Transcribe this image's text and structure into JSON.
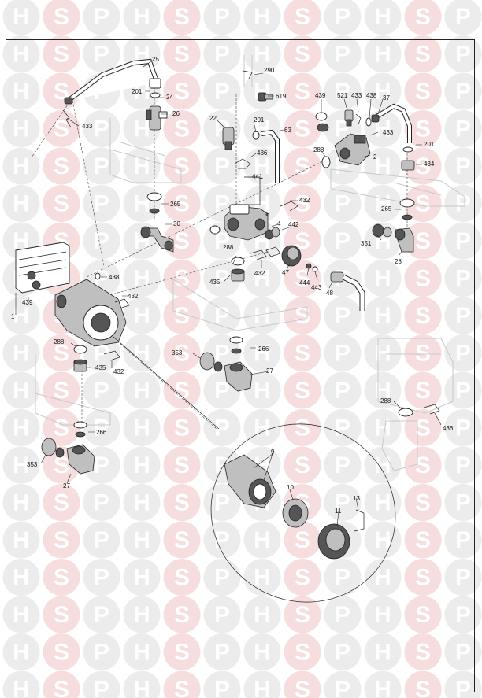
{
  "watermark": {
    "letters": [
      "H",
      "S",
      "P"
    ],
    "color_light": "#ececec",
    "color_pink": "#f6dede",
    "letter_color": "#ffffff"
  },
  "labels": {
    "l25": "25",
    "l201a": "201",
    "l24": "24",
    "l26": "26",
    "l433a": "433",
    "l290": "290",
    "l619": "619",
    "l22": "22",
    "l201b": "201",
    "l63": "63",
    "l436a": "436",
    "l441": "441",
    "l432a": "432",
    "l6": "6",
    "l4": "4",
    "l442": "442",
    "l265a": "265",
    "l30": "30",
    "l439a": "439",
    "l521": "521",
    "l433b": "433",
    "l438a": "438",
    "l37": "37",
    "l433c": "433",
    "l288a": "288",
    "l2": "2",
    "l201c": "201",
    "l434": "434",
    "l265b": "265",
    "l351": "351",
    "l28": "28",
    "l438b": "438",
    "l1": "1",
    "l439b": "439",
    "l288b": "288",
    "l435a": "435",
    "l432b": "432",
    "l47": "47",
    "l444": "444",
    "l443": "443",
    "l48": "48",
    "l432c": "432",
    "l288c": "288",
    "l435b": "435",
    "l432d": "432",
    "l353a": "353",
    "l266a": "266",
    "l27a": "27",
    "l288d": "288",
    "l436b": "436",
    "l266b": "266",
    "l353b": "353",
    "l27b": "27",
    "l9": "9",
    "l10": "10",
    "l13": "13",
    "l11": "11"
  }
}
